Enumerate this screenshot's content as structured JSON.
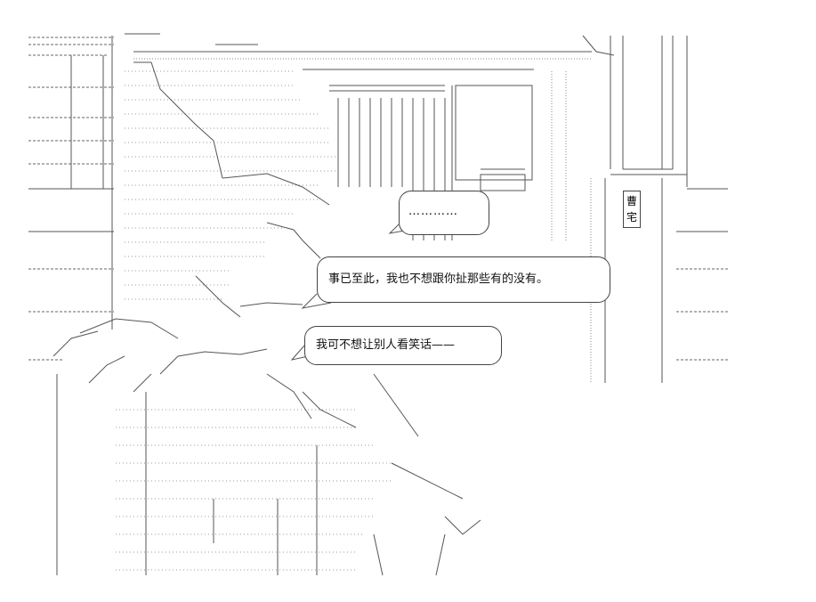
{
  "speech": {
    "ellipsis": "…………",
    "line1": "事已至此，我也不想跟你扯那些有的没有。",
    "line2": "我可不想让别人看笑话——"
  },
  "sign": {
    "char1": "曹",
    "char2": "宅"
  }
}
